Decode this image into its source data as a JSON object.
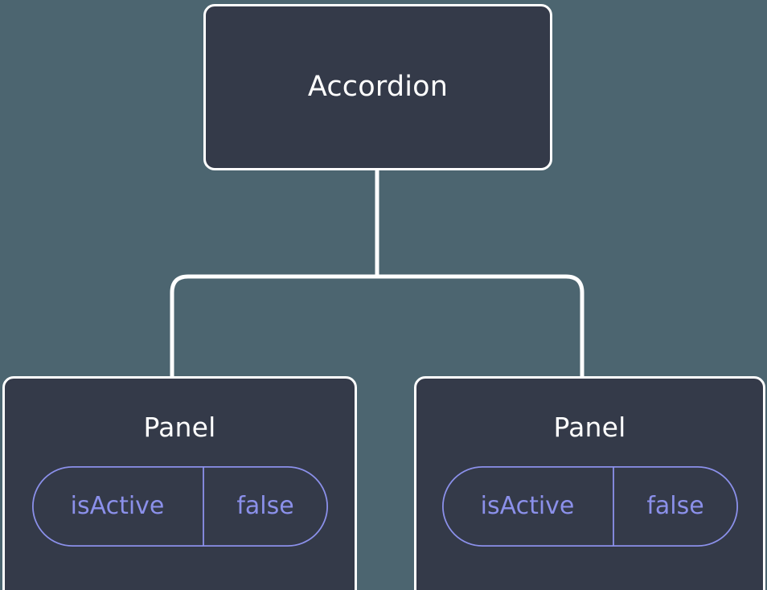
{
  "diagram": {
    "type": "component-tree",
    "background_color": "#4c6570",
    "node_fill_color": "#343a49",
    "node_border_color": "#ffffff",
    "connector_color": "#ffffff",
    "accent_color": "#8b90ea",
    "root": {
      "label": "Accordion"
    },
    "children": [
      {
        "label": "Panel",
        "state": {
          "key": "isActive",
          "value": "false"
        }
      },
      {
        "label": "Panel",
        "state": {
          "key": "isActive",
          "value": "false"
        }
      }
    ]
  }
}
